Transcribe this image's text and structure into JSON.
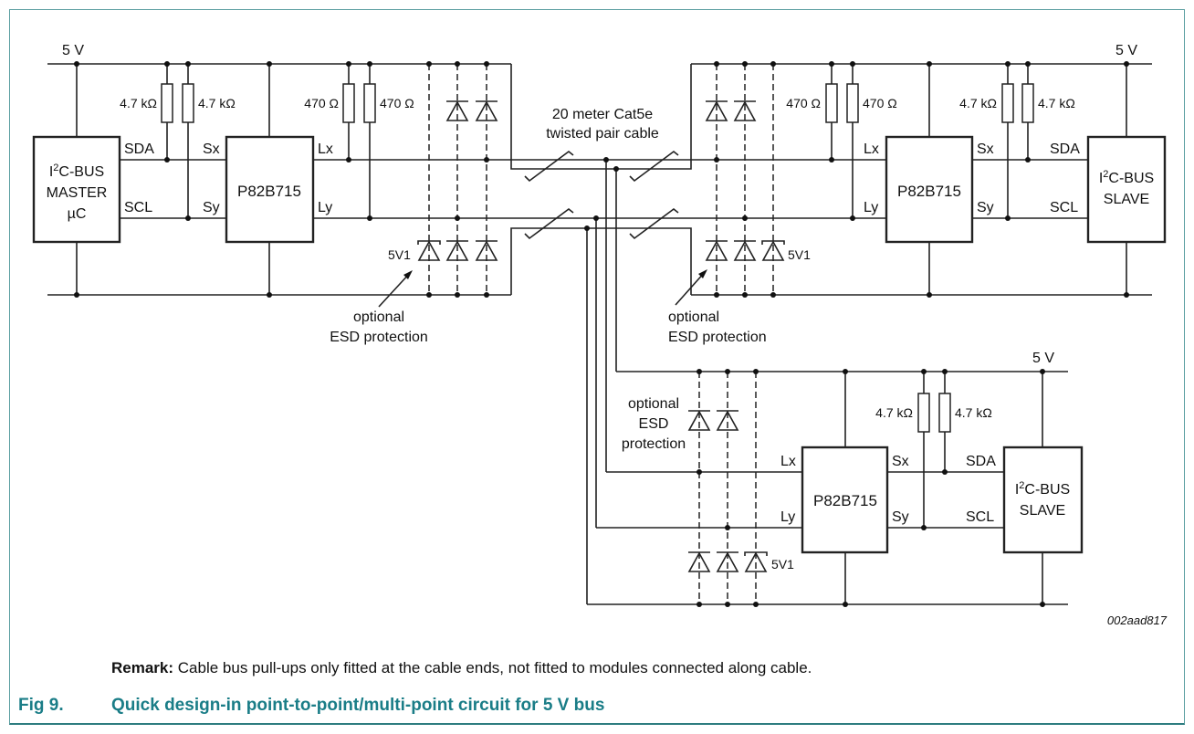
{
  "figure": {
    "number": "Fig 9.",
    "title": "Quick design-in point-to-point/multi-point circuit for 5 V bus",
    "remark_label": "Remark:",
    "remark_text": " Cable bus pull-ups only fitted at the cable ends, not fitted to modules connected along cable.",
    "drawing_code": "002aad817",
    "accent_color": "#1a7d87"
  },
  "supply": {
    "label": "5 V"
  },
  "cable": {
    "line1": "20 meter Cat5e",
    "line2": "twisted pair cable"
  },
  "esd": {
    "line_a": "optional",
    "line_b": "ESD protection",
    "line_c": "ESD",
    "line_d": "protection",
    "zener": "5V1"
  },
  "master": {
    "line1_pre": "I",
    "line1_sup": "2",
    "line1_post": "C-BUS",
    "line2": "MASTER",
    "line3": "µC",
    "sda": "SDA",
    "scl": "SCL"
  },
  "slave": {
    "line1_pre": "I",
    "line1_sup": "2",
    "line1_post": "C-BUS",
    "line2": "SLAVE",
    "sda": "SDA",
    "scl": "SCL"
  },
  "buffer": {
    "name": "P82B715",
    "sx": "Sx",
    "sy": "Sy",
    "lx": "Lx",
    "ly": "Ly"
  },
  "resistors": {
    "pullup": "4.7 kΩ",
    "cable": "470 Ω"
  }
}
